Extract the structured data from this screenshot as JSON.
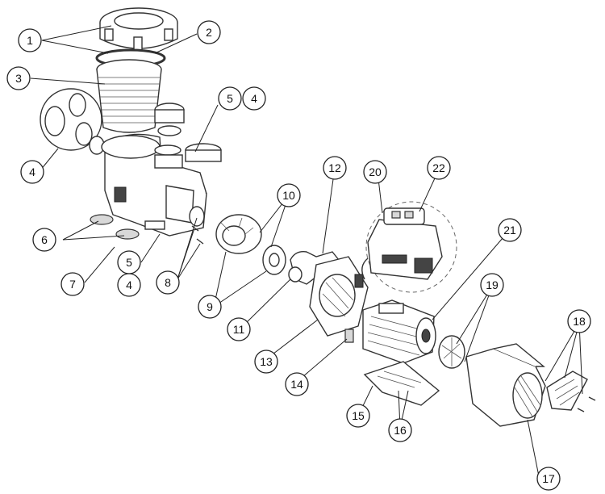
{
  "callouts": [
    {
      "id": "c1",
      "label": "1"
    },
    {
      "id": "c2",
      "label": "2"
    },
    {
      "id": "c3",
      "label": "3"
    },
    {
      "id": "c4a",
      "label": "4"
    },
    {
      "id": "c4b",
      "label": "4"
    },
    {
      "id": "c4c",
      "label": "4"
    },
    {
      "id": "c5a",
      "label": "5"
    },
    {
      "id": "c5b",
      "label": "5"
    },
    {
      "id": "c6",
      "label": "6"
    },
    {
      "id": "c7",
      "label": "7"
    },
    {
      "id": "c8",
      "label": "8"
    },
    {
      "id": "c9",
      "label": "9"
    },
    {
      "id": "c10",
      "label": "10"
    },
    {
      "id": "c11",
      "label": "11"
    },
    {
      "id": "c12",
      "label": "12"
    },
    {
      "id": "c13",
      "label": "13"
    },
    {
      "id": "c14",
      "label": "14"
    },
    {
      "id": "c15",
      "label": "15"
    },
    {
      "id": "c16",
      "label": "16"
    },
    {
      "id": "c17",
      "label": "17"
    },
    {
      "id": "c18",
      "label": "18"
    },
    {
      "id": "c19",
      "label": "19"
    },
    {
      "id": "c20",
      "label": "20"
    },
    {
      "id": "c21",
      "label": "21"
    },
    {
      "id": "c22",
      "label": "22"
    }
  ]
}
